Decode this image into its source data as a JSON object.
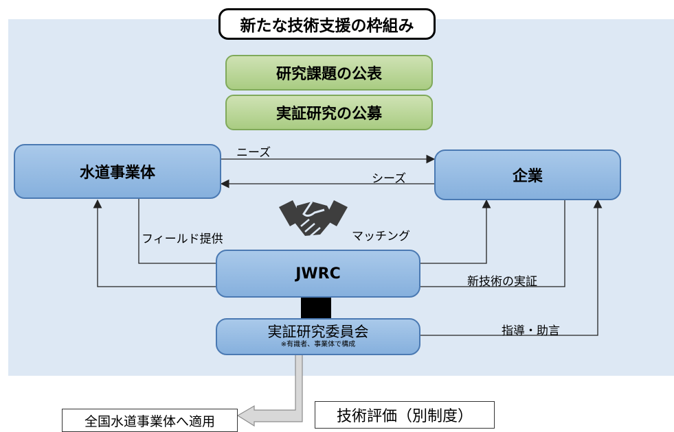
{
  "title": "新たな技術支援の枠組み",
  "steps": [
    "研究課題の公表",
    "実証研究の公募"
  ],
  "nodes": {
    "utility": "水道事業体",
    "company": "企業",
    "jwrc": "JWRC",
    "committee": "実証研究委員会",
    "committee_note": "※有識者、事業体で構成"
  },
  "edge_labels": {
    "needs": "ニーズ",
    "seeds": "シーズ",
    "field": "フィールド提供",
    "matching": "マッチング",
    "verification": "新技術の実証",
    "guidance": "指導・助言"
  },
  "bottom": {
    "apply": "全国水道事業体へ適用",
    "evaluation": "技術評価（別制度）"
  },
  "icons": {
    "handshake": "handshake-icon"
  },
  "colors": {
    "panel": "#dde8f4",
    "node_fill": "#9dbfe4",
    "step_fill": "#bcd79b"
  }
}
